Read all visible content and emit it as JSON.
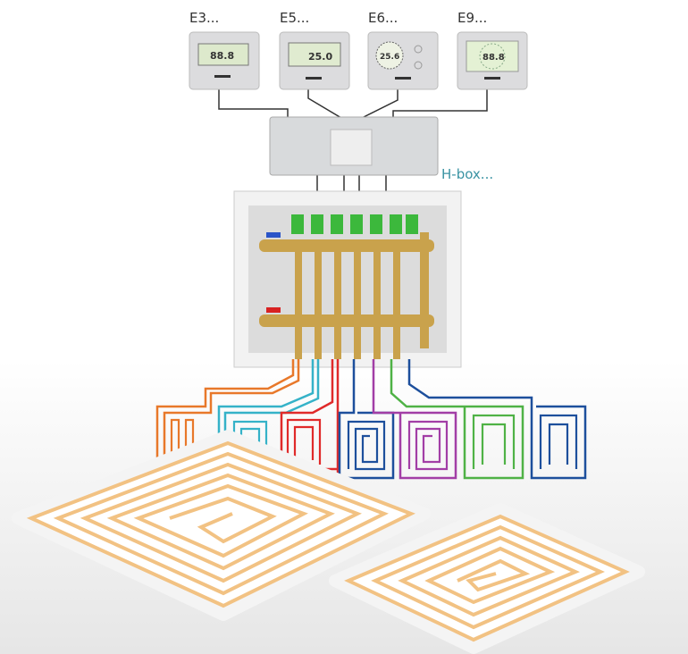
{
  "thermostats": [
    {
      "label": "E3...",
      "display": "88.8"
    },
    {
      "label": "E5...",
      "display": "25.0"
    },
    {
      "label": "E6...",
      "display": "25.6"
    },
    {
      "label": "E9...",
      "display": "88.8"
    }
  ],
  "hub": {
    "label": "H-box..."
  },
  "colors": {
    "orange": "#e8782a",
    "cyan": "#35b2c8",
    "red": "#e02a2a",
    "blue": "#1d4f9c",
    "purple": "#a23ea6",
    "green": "#4fb246",
    "floor": "#f2c283",
    "label_accent": "#3a93a3"
  }
}
